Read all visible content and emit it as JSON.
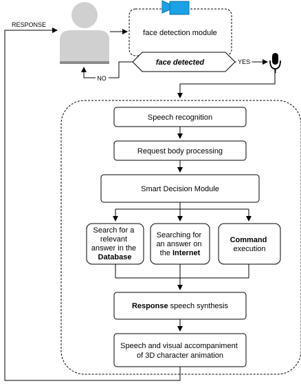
{
  "labels": {
    "response": "RESPONSE",
    "no": "NO",
    "yes": "YES"
  },
  "nodes": {
    "face_detection_module": "face detection module",
    "face_detected": "face detected",
    "speech_recognition": "Speech recognition",
    "request_body_processing": "Request body processing",
    "smart_decision_module": "Smart Decision Module",
    "search_database": [
      "Search for a",
      "relevant",
      "answer in the"
    ],
    "search_database_bold": "Database",
    "search_internet": [
      "Searching for",
      "an answer on",
      "the"
    ],
    "search_internet_bold": "Internet",
    "command_bold": "Command",
    "command_rest": "execution",
    "response_bold": "Response",
    "response_rest": " speech synthesis",
    "animation": [
      "Speech and visual accompaniment",
      "of 3D character animation"
    ]
  },
  "icons": {
    "user": "user-silhouette-icon",
    "camera": "video-camera-icon",
    "microphone": "microphone-icon"
  },
  "colors": {
    "camera": "#1aa1e6",
    "user": "#d0d0d0",
    "user_shadow": "#8a8a8a"
  }
}
